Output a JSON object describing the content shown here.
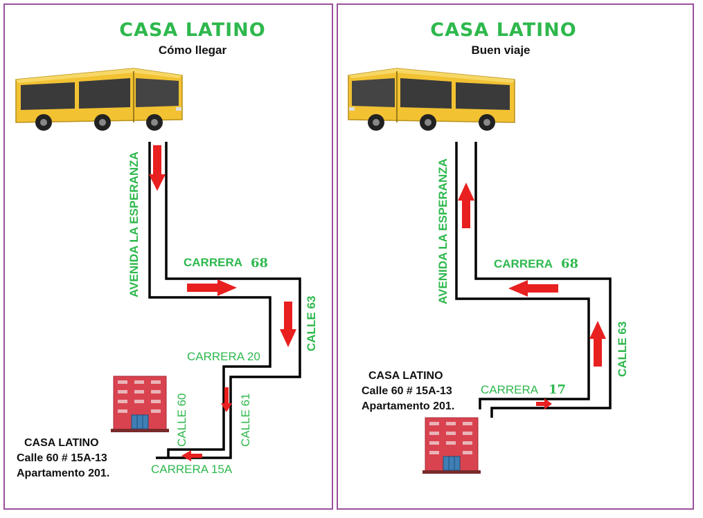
{
  "left": {
    "title": "CASA LATINO",
    "subtitle": "Cómo llegar",
    "streets": {
      "avenida": "AVENIDA LA ESPERANZA",
      "carrera68_word": "CARRERA",
      "carrera68_num": "68",
      "calle63": "CALLE 63",
      "carrera20": "CARRERA 20",
      "calle61": "CALLE 61",
      "calle60": "CALLE 60",
      "carrera15a": "CARRERA 15A"
    },
    "address": {
      "name": "CASA LATINO",
      "line1": "Calle 60 # 15A-13",
      "line2": "Apartamento 201."
    }
  },
  "right": {
    "title": "CASA LATINO",
    "subtitle": "Buen viaje",
    "streets": {
      "avenida": "AVENIDA LA ESPERANZA",
      "carrera68_word": "CARRERA",
      "carrera68_num": "68",
      "calle63": "CALLE 63",
      "carrera17_word": "CARRERA",
      "carrera17_num": "17"
    },
    "address": {
      "name": "CASA LATINO",
      "line1": "Calle 60 # 15A-13",
      "line2": "Apartamento 201."
    }
  },
  "colors": {
    "title_green": "#2eb84d",
    "arrow_red": "#e8201f",
    "border_purple": "#9b4f9b",
    "bus_yellow": "#f2c233",
    "building_red": "#d9434f"
  },
  "icons": [
    "bus-icon",
    "building-icon",
    "arrow-icon"
  ]
}
